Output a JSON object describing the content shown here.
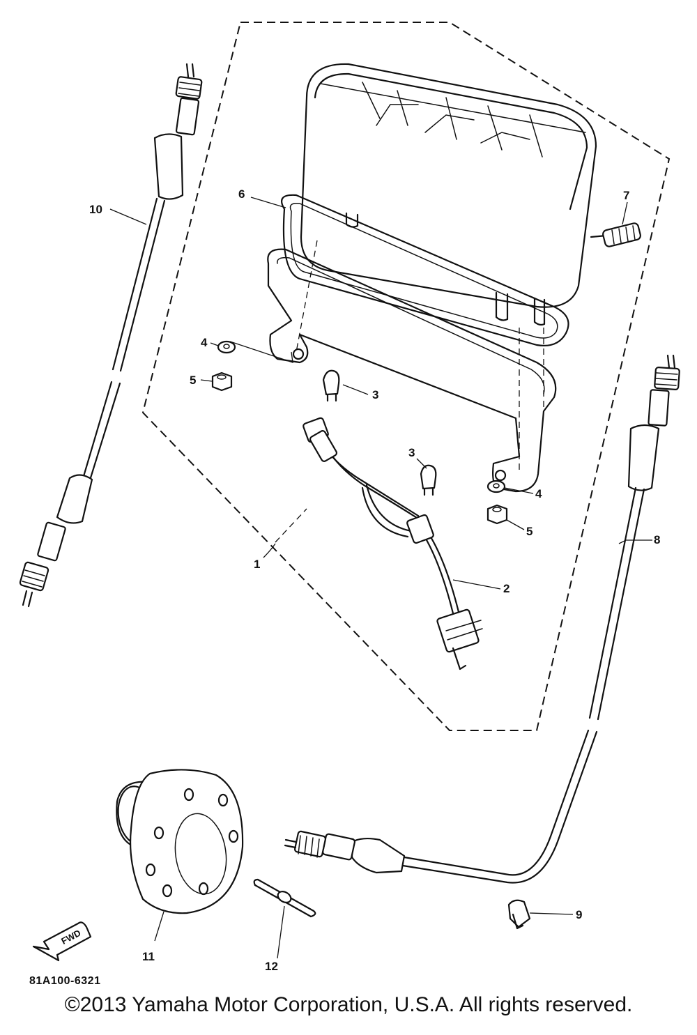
{
  "diagram": {
    "code": "81A100-6321",
    "fwd_label": "FWD",
    "copyright": "©2013 Yamaha Motor Corporation, U.S.A. All rights reserved."
  },
  "callouts": [
    {
      "id": "c1",
      "label": "1"
    },
    {
      "id": "c2",
      "label": "2"
    },
    {
      "id": "c3a",
      "label": "3"
    },
    {
      "id": "c3b",
      "label": "3"
    },
    {
      "id": "c4a",
      "label": "4"
    },
    {
      "id": "c4b",
      "label": "4"
    },
    {
      "id": "c5a",
      "label": "5"
    },
    {
      "id": "c5b",
      "label": "5"
    },
    {
      "id": "c6",
      "label": "6"
    },
    {
      "id": "c7",
      "label": "7"
    },
    {
      "id": "c8",
      "label": "8"
    },
    {
      "id": "c9",
      "label": "9"
    },
    {
      "id": "c10",
      "label": "10"
    },
    {
      "id": "c11",
      "label": "11"
    },
    {
      "id": "c12",
      "label": "12"
    }
  ]
}
